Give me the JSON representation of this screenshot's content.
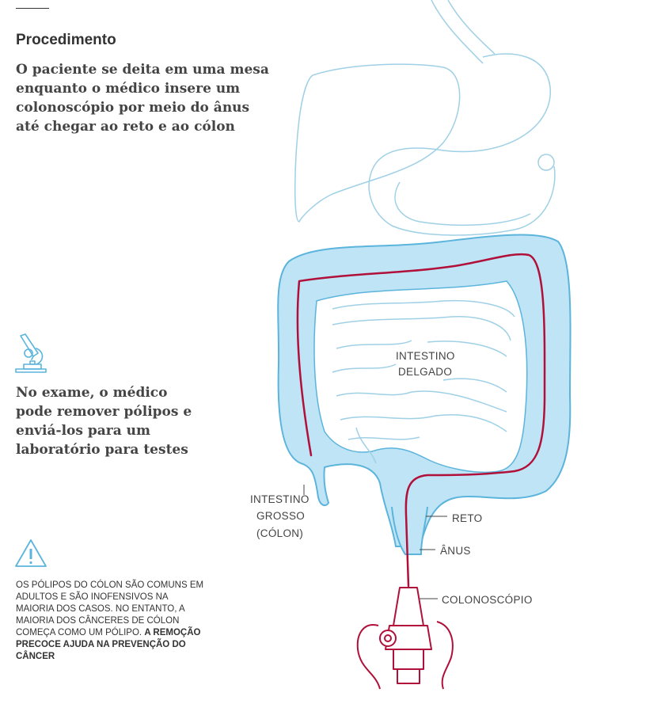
{
  "procedure": {
    "title": "Procedimento",
    "lead": "O paciente se deita em uma mesa enquanto o médico insere um colonoscópio por meio do ânus até chegar ao reto e ao cólon"
  },
  "exam_note": {
    "icon": "microscope-icon",
    "text": "No exame, o médico pode remover pólipos e enviá-los para um laboratório para testes"
  },
  "warning": {
    "icon": "warning-icon",
    "text": "OS PÓLIPOS DO CÓLON SÃO COMUNS EM ADULTOS E SÃO INOFENSIVOS NA MAIORIA DOS CASOS. NO ENTANTO, A MAIORIA DOS CÂNCERES DE CÓLON COMEÇA COMO UM PÓLIPO. ",
    "emphasis": "A REMOÇÃO PRECOCE AJUDA NA PREVENÇÃO DO CÂNCER"
  },
  "labels": {
    "small_intestine_1": "INTESTINO",
    "small_intestine_2": "DELGADO",
    "large_intestine_1": "INTESTINO",
    "large_intestine_2": "GROSSO",
    "large_intestine_3": "(CÓLON)",
    "rectum": "RETO",
    "anus": "ÂNUS",
    "colonoscope": "COLONOSCÓPIO"
  },
  "colors": {
    "organ_outline": "#9fd0e6",
    "colon_fill": "#bfe4f5",
    "colon_outline": "#5bb4dc",
    "scope": "#b0103a",
    "text": "#444444"
  }
}
